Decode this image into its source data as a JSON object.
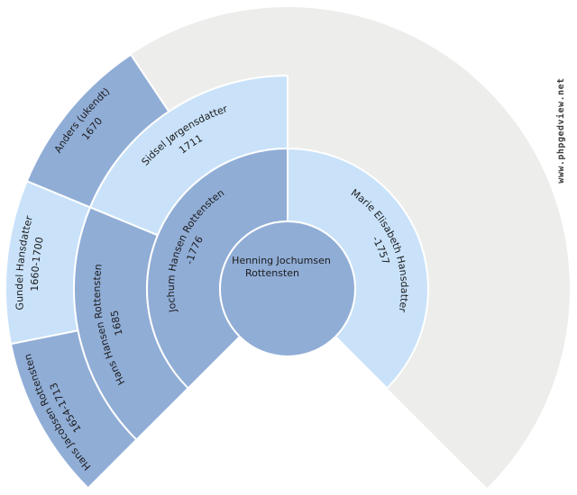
{
  "watermark": {
    "text": "www.phpgedview.net"
  },
  "colors": {
    "male": "#90add6",
    "female": "#c9e2fa",
    "unknown": "#ededeb",
    "separator": "#ffffff",
    "label_text": "#1c1c1c",
    "background": "#ffffff"
  },
  "people": {
    "center": {
      "name": "Henning Jochumsen Rottensten",
      "name_line1": "Henning Jochumsen",
      "name_line2": "Rottensten"
    },
    "father": {
      "name": "Jochum Hansen Rottensten",
      "dates": "-1776"
    },
    "mother": {
      "name": "Marie Elisabeth Hansdatter",
      "dates": "-1757"
    },
    "ff": {
      "name": "Hans Hansen Rottensten",
      "dates": "1685"
    },
    "fm": {
      "name": "Sidsel Jørgensdatter",
      "dates": "1711"
    },
    "fff": {
      "name": "Hans Jacobsen Rottensten",
      "dates": "1654-1713"
    },
    "ffm": {
      "name": "Gundel Hansdatter",
      "dates": "1660-1700"
    },
    "fmf": {
      "name": "Anders (ukendt)",
      "dates": "1670"
    }
  }
}
